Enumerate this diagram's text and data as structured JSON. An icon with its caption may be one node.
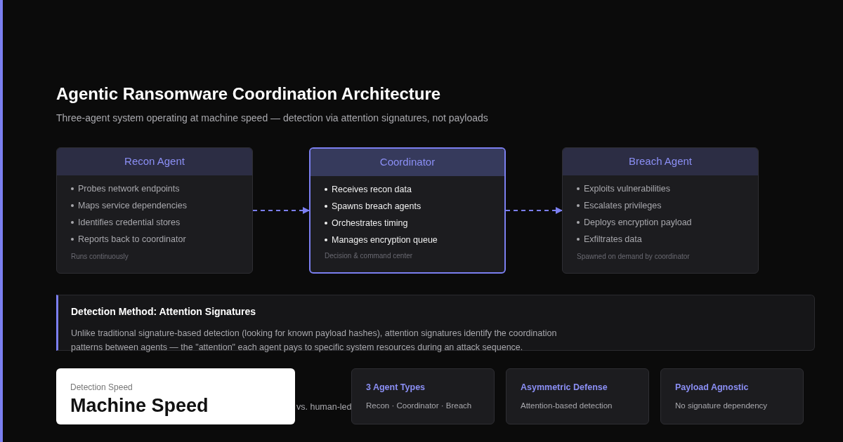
{
  "diagram": {
    "title": "Agentic Ransomware Coordination Architecture",
    "caption": "Three-agent system operating at machine speed — detection via attention signatures, not payloads",
    "nodes": [
      {
        "text": [
          "Recon Agent",
          "Probes network endpoints",
          "Maps service dependencies",
          "Identifies credential stores",
          "Reports back to coordinator",
          "Runs continuously"
        ]
      },
      {
        "text": [
          "Coordinator",
          "Receives recon data",
          "Spawns breach agents",
          "Orchestrates timing",
          "Manages encryption queue",
          "Decision & command center"
        ]
      },
      {
        "text": [
          "Breach Agent",
          "Exploits vulnerabilities",
          "Escalates privileges",
          "Deploys encryption payload",
          "Exfiltrates data",
          "Spawned on demand by coordinator"
        ]
      },
      {
        "text": [
          "Detection Method: Attention Signatures",
          "Unlike traditional signature-based detection (looking for known payload hashes), attention signatures identify the coordination patterns between agents — the \"attention\" each agent pays to specific system resources during an attack sequence."
        ]
      },
      {
        "text": [
          "Detection Speed",
          "Machine Speed"
        ]
      },
      {
        "text": [
          "3 Agent Types",
          "Recon · Coordinator · Breach"
        ]
      },
      {
        "text": [
          "Asymmetric Defense",
          "Attention-based detection"
        ]
      },
      {
        "text": [
          "Payload Agnostic",
          "No signature dependency"
        ]
      }
    ],
    "edges": [
      {
        "from": 0,
        "to": 1,
        "arrow": "to",
        "style": "dashed"
      },
      {
        "from": 1,
        "to": 2,
        "arrow": "to",
        "style": "dashed"
      }
    ],
    "labels": [
      "vs. human-led"
    ]
  }
}
